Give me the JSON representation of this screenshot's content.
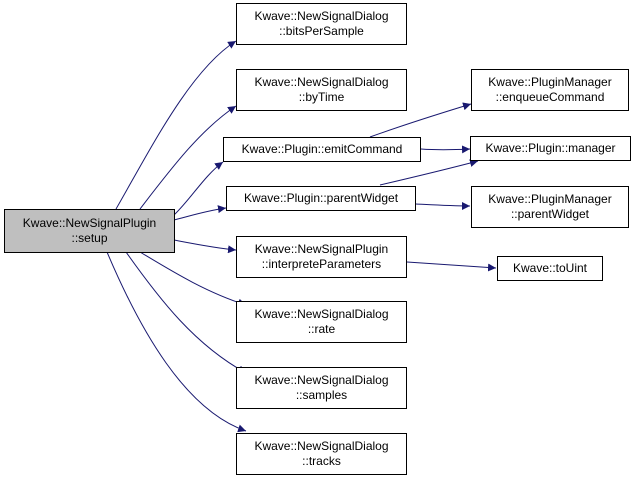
{
  "colors": {
    "edge": "#191970",
    "root_fill": "#bfbfbf",
    "node_fill": "#ffffff",
    "border": "#000000"
  },
  "nodes": {
    "setup": {
      "line1": "Kwave::NewSignalPlugin",
      "line2": "::setup"
    },
    "bitsPerSample": {
      "line1": "Kwave::NewSignalDialog",
      "line2": "::bitsPerSample"
    },
    "byTime": {
      "line1": "Kwave::NewSignalDialog",
      "line2": "::byTime"
    },
    "emitCommand": {
      "line1": "Kwave::Plugin::emitCommand"
    },
    "parentWidget": {
      "line1": "Kwave::Plugin::parentWidget"
    },
    "interpreteParams": {
      "line1": "Kwave::NewSignalPlugin",
      "line2": "::interpreteParameters"
    },
    "rate": {
      "line1": "Kwave::NewSignalDialog",
      "line2": "::rate"
    },
    "samples": {
      "line1": "Kwave::NewSignalDialog",
      "line2": "::samples"
    },
    "tracks": {
      "line1": "Kwave::NewSignalDialog",
      "line2": "::tracks"
    },
    "enqueueCommand": {
      "line1": "Kwave::PluginManager",
      "line2": "::enqueueCommand"
    },
    "manager": {
      "line1": "Kwave::Plugin::manager"
    },
    "pmParentWidget": {
      "line1": "Kwave::PluginManager",
      "line2": "::parentWidget"
    },
    "toUint": {
      "line1": "Kwave::toUint"
    }
  }
}
